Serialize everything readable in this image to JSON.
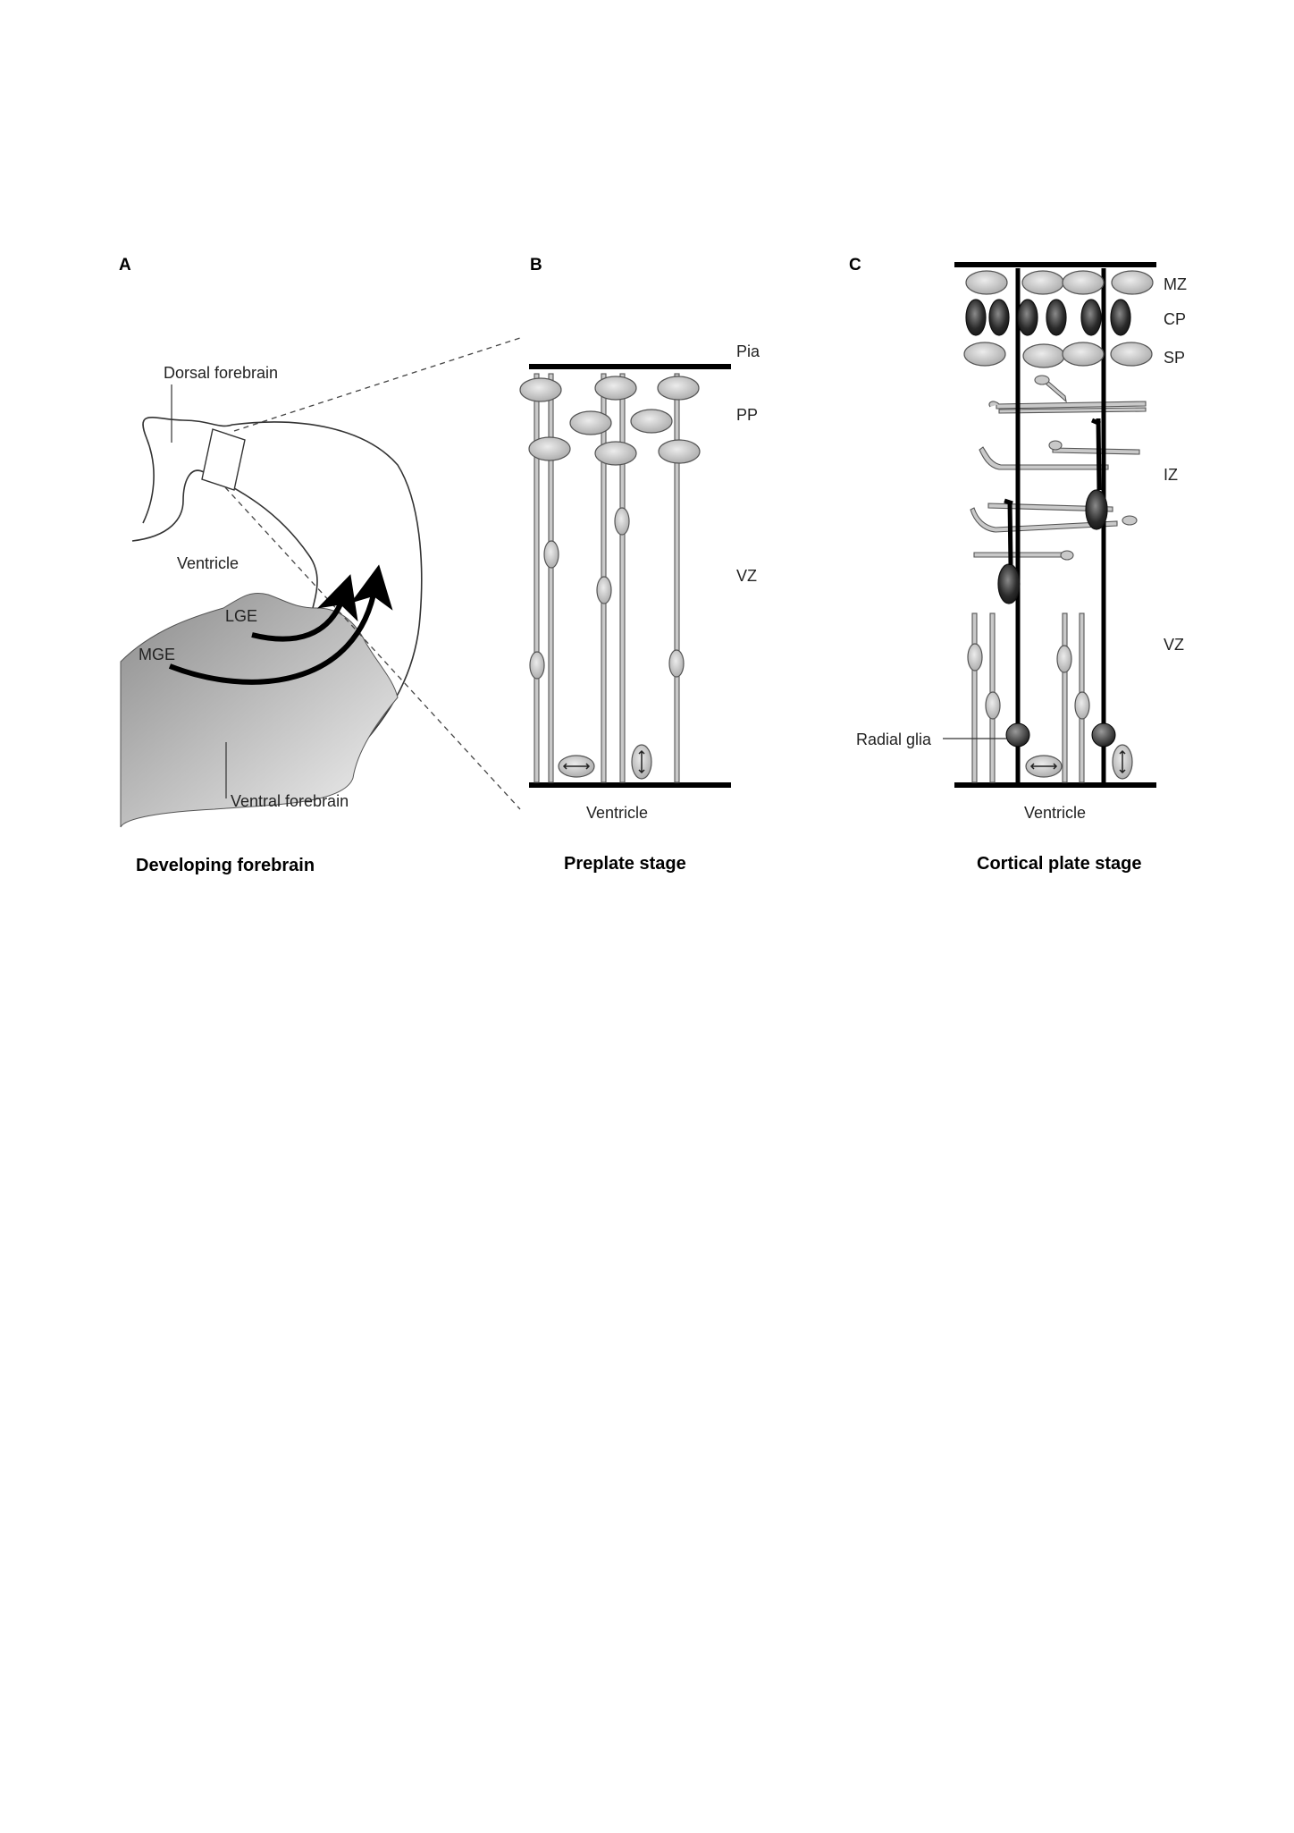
{
  "panels": [
    {
      "letter": "A",
      "caption": "Developing forebrain",
      "labels": {
        "dorsal": "Dorsal forebrain",
        "ventricle": "Ventricle",
        "lge": "LGE",
        "mge": "MGE",
        "ventral": "Ventral forebrain"
      }
    },
    {
      "letter": "B",
      "caption": "Preplate stage",
      "labels": {
        "pia": "Pia",
        "pp": "PP",
        "vz": "VZ",
        "ventricle": "Ventricle"
      }
    },
    {
      "letter": "C",
      "caption": "Cortical plate stage",
      "labels": {
        "mz": "MZ",
        "cp": "CP",
        "sp": "SP",
        "iz": "IZ",
        "vz": "VZ",
        "radial_glia": "Radial glia",
        "ventricle": "Ventricle"
      }
    }
  ],
  "colors": {
    "ink": "#111111",
    "cell_fill": "#c8c8c8",
    "dark_cell": "#2a2a2a",
    "tissue_gray": "#9a9a9a"
  }
}
